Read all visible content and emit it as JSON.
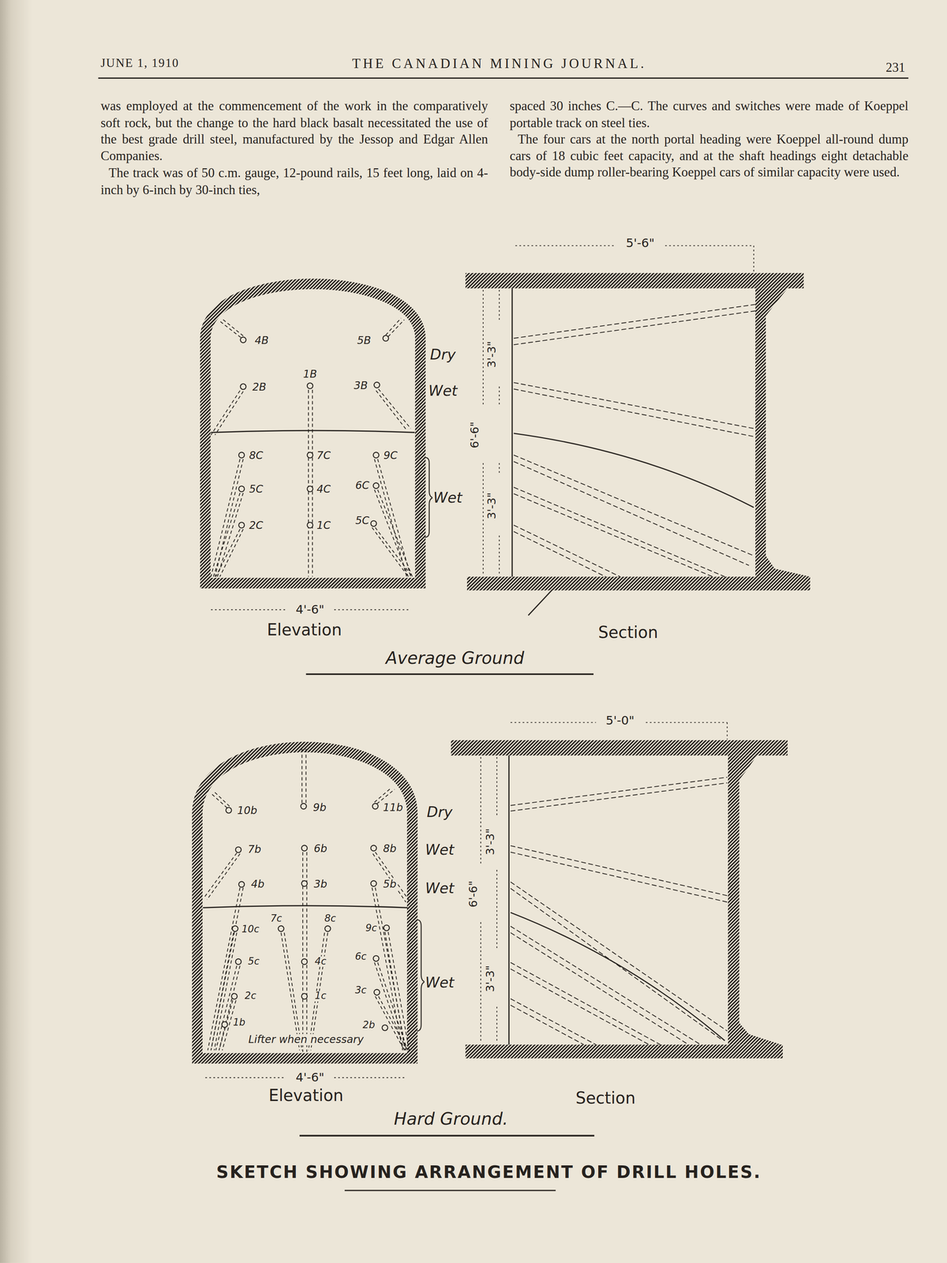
{
  "diagram": {
    "caption": "SKETCH SHOWING ARRANGEMENT OF DRILL HOLES.",
    "labels": [
      "JUNE 1, 1910",
      "THE CANADIAN MINING JOURNAL.",
      "231",
      "was employed at the commencement of the work in the comparatively soft rock, but the change to the hard black basalt necessitated the use of the best grade drill steel, manufactured by the Jessop and Edgar Allen Companies.",
      "The track was of 50 c.m. gauge, 12-pound rails, 15 feet long, laid on 4-inch by 6-inch by 30-inch ties,",
      "spaced 30 inches C.—C. The curves and switches were made of Koeppel portable track on steel ties.",
      "The four cars at the north portal heading were Koeppel all-round dump cars of 18 cubic feet capacity, and at the shaft headings eight detachable body-side dump roller-bearing Koeppel cars of similar capacity were used.",
      "4B",
      "5B",
      "Dry",
      "1B",
      "2B",
      "3B",
      "Wet",
      "8C",
      "7C",
      "9C",
      "5C",
      "4C",
      "6C",
      "Wet",
      "2C",
      "1C",
      "5C",
      "4'-6\"",
      "Elevation",
      "5'-6\"",
      "3'-3\"",
      "6'-6\"",
      "3'-3\"",
      "Section",
      "Average Ground",
      "10b",
      "9b",
      "11b",
      "Dry",
      "7b",
      "6b",
      "8b",
      "Wet",
      "4b",
      "3b",
      "5b",
      "Wet",
      "10c",
      "7c",
      "8c",
      "9c",
      "5c",
      "4c",
      "6c",
      "2c",
      "1c",
      "3c",
      "Wet",
      "1b",
      "Lifter when necessary",
      "2b",
      "4'-6\"",
      "Elevation",
      "5'-0\"",
      "3'-3\"",
      "6'-6\"",
      "3'-3\"",
      "Section",
      "Hard Ground."
    ]
  }
}
